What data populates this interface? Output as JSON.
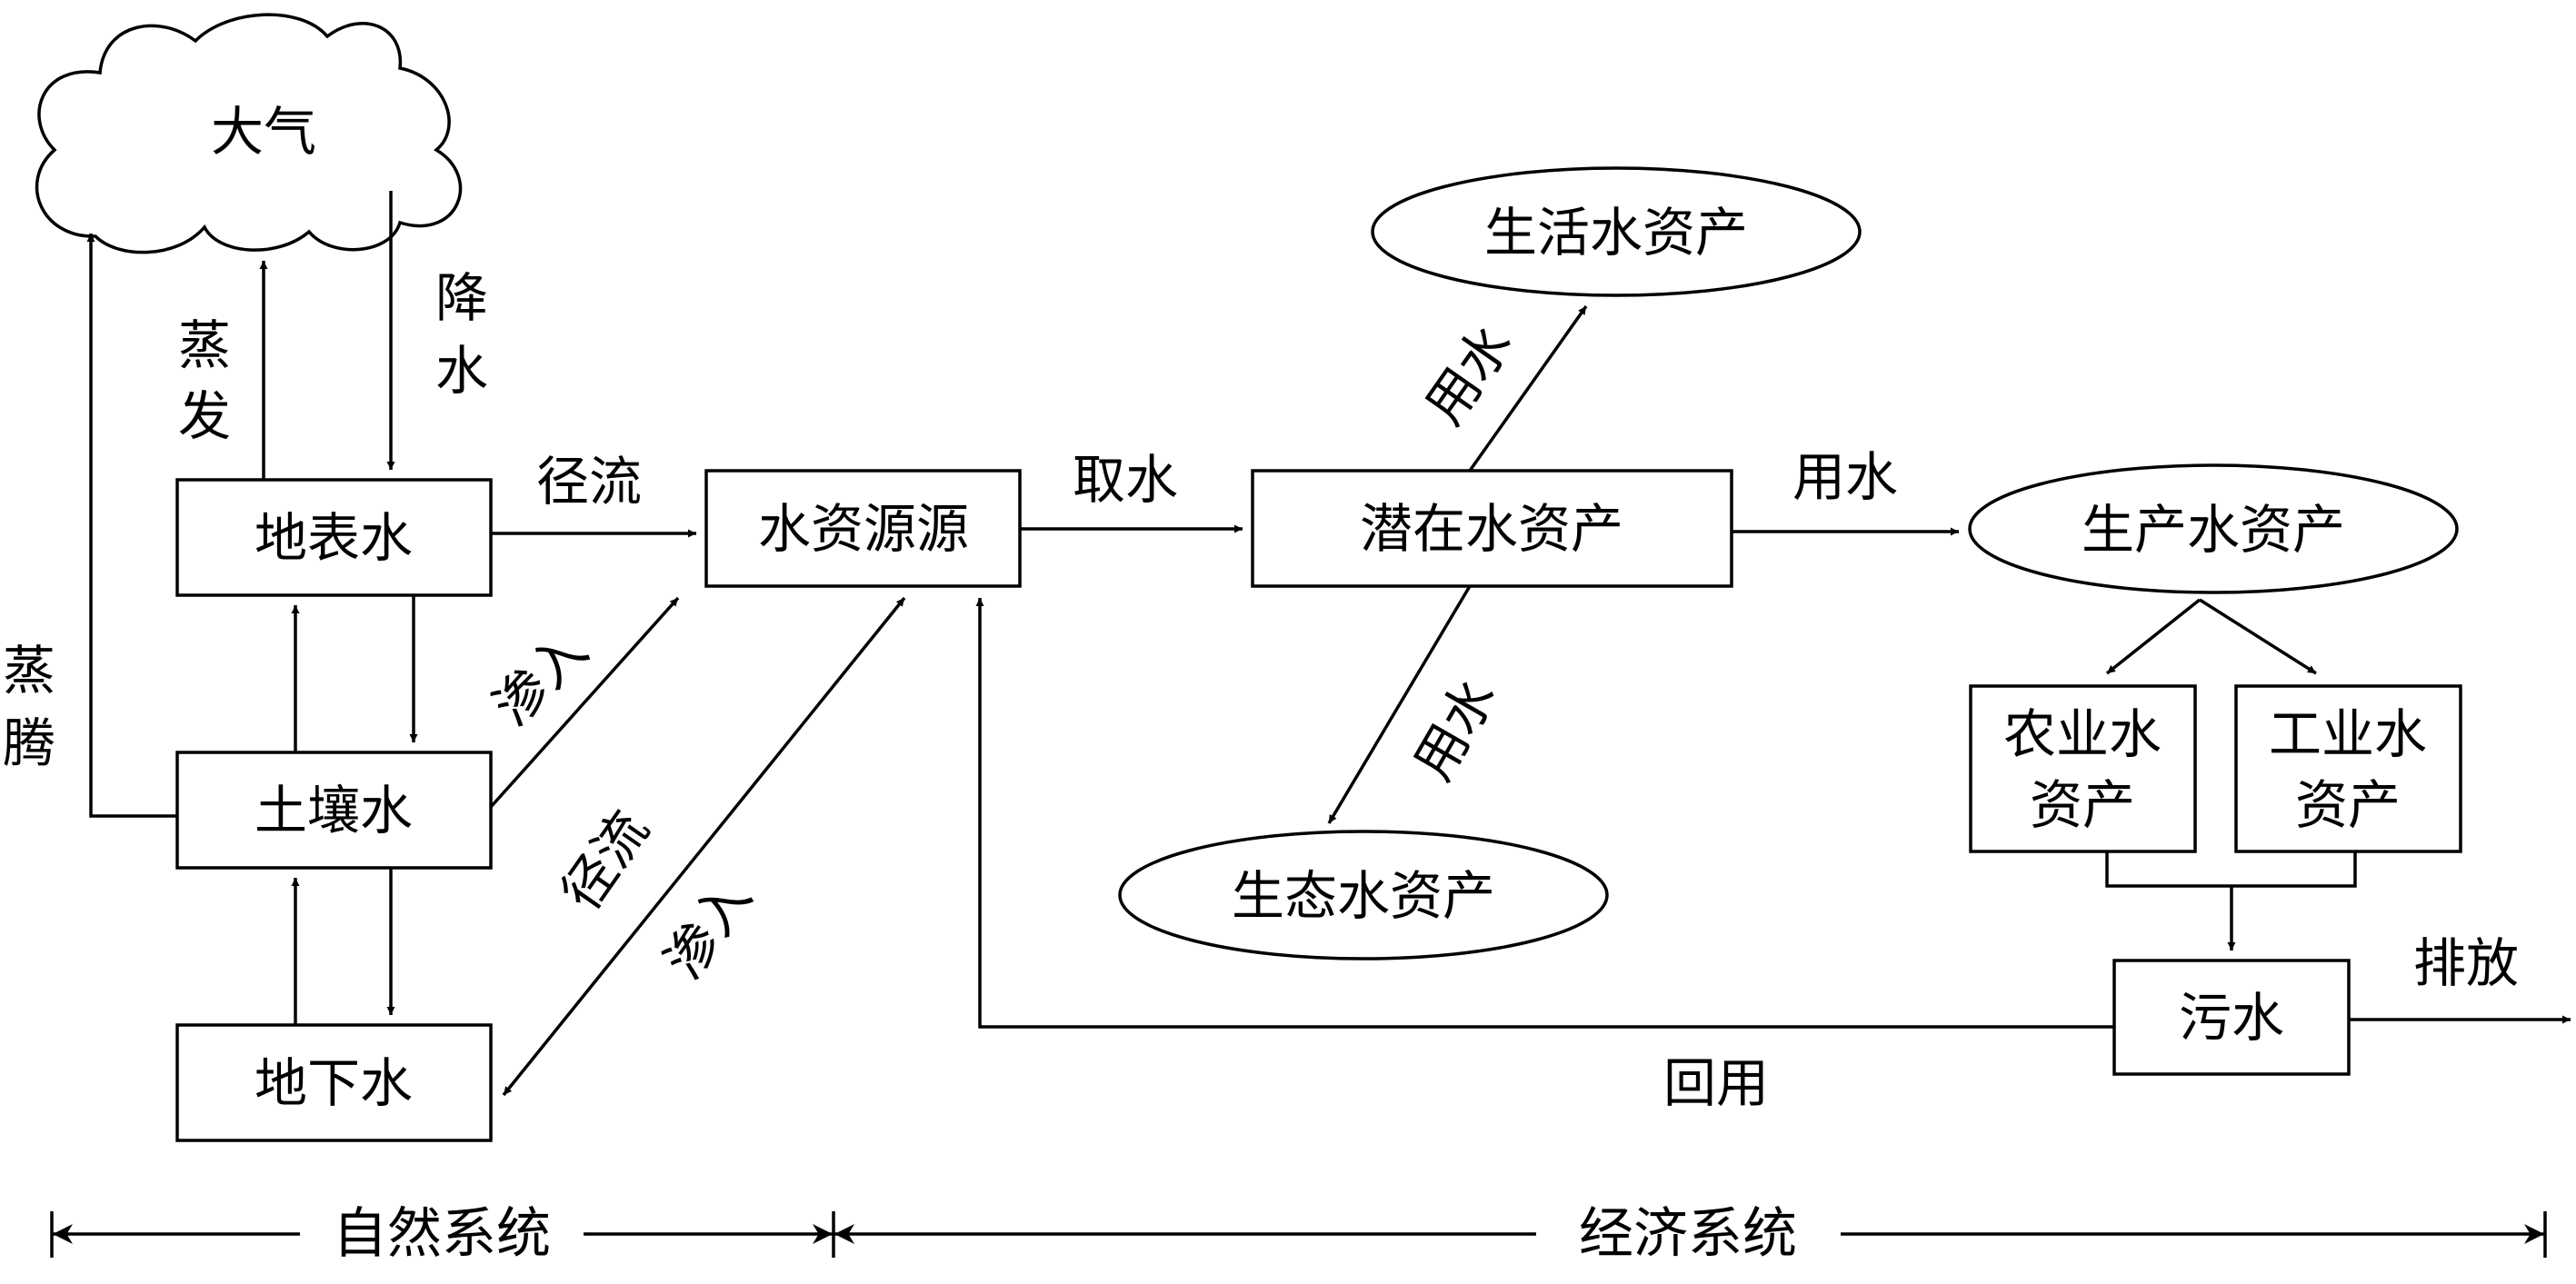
{
  "nodes": {
    "atmosphere": "大气",
    "surface_water": "地表水",
    "soil_water": "土壤水",
    "groundwater": "地下水",
    "water_source": "水资源源",
    "potential_asset": "潜在水资产",
    "domestic_asset": "生活水资产",
    "production_asset": "生产水资产",
    "ecological_asset": "生态水资产",
    "agri_asset": [
      "农业水",
      "资产"
    ],
    "indus_asset": [
      "工业水",
      "资产"
    ],
    "sewage": "污水"
  },
  "labels": {
    "evaporation": [
      "蒸",
      "发"
    ],
    "precipitation": [
      "降",
      "水"
    ],
    "transpiration": [
      "蒸",
      "腾"
    ],
    "runoff_top": "径流",
    "infiltration_mid": "渗入",
    "runoff_bottom": "径流",
    "infiltration_bottom": "渗入",
    "withdraw": "取水",
    "use_domestic": "用水",
    "use_production": "用水",
    "use_ecological": "用水",
    "discharge": "排放",
    "reuse": "回用"
  },
  "systems": {
    "natural": "自然系统",
    "economic": "经济系统"
  }
}
